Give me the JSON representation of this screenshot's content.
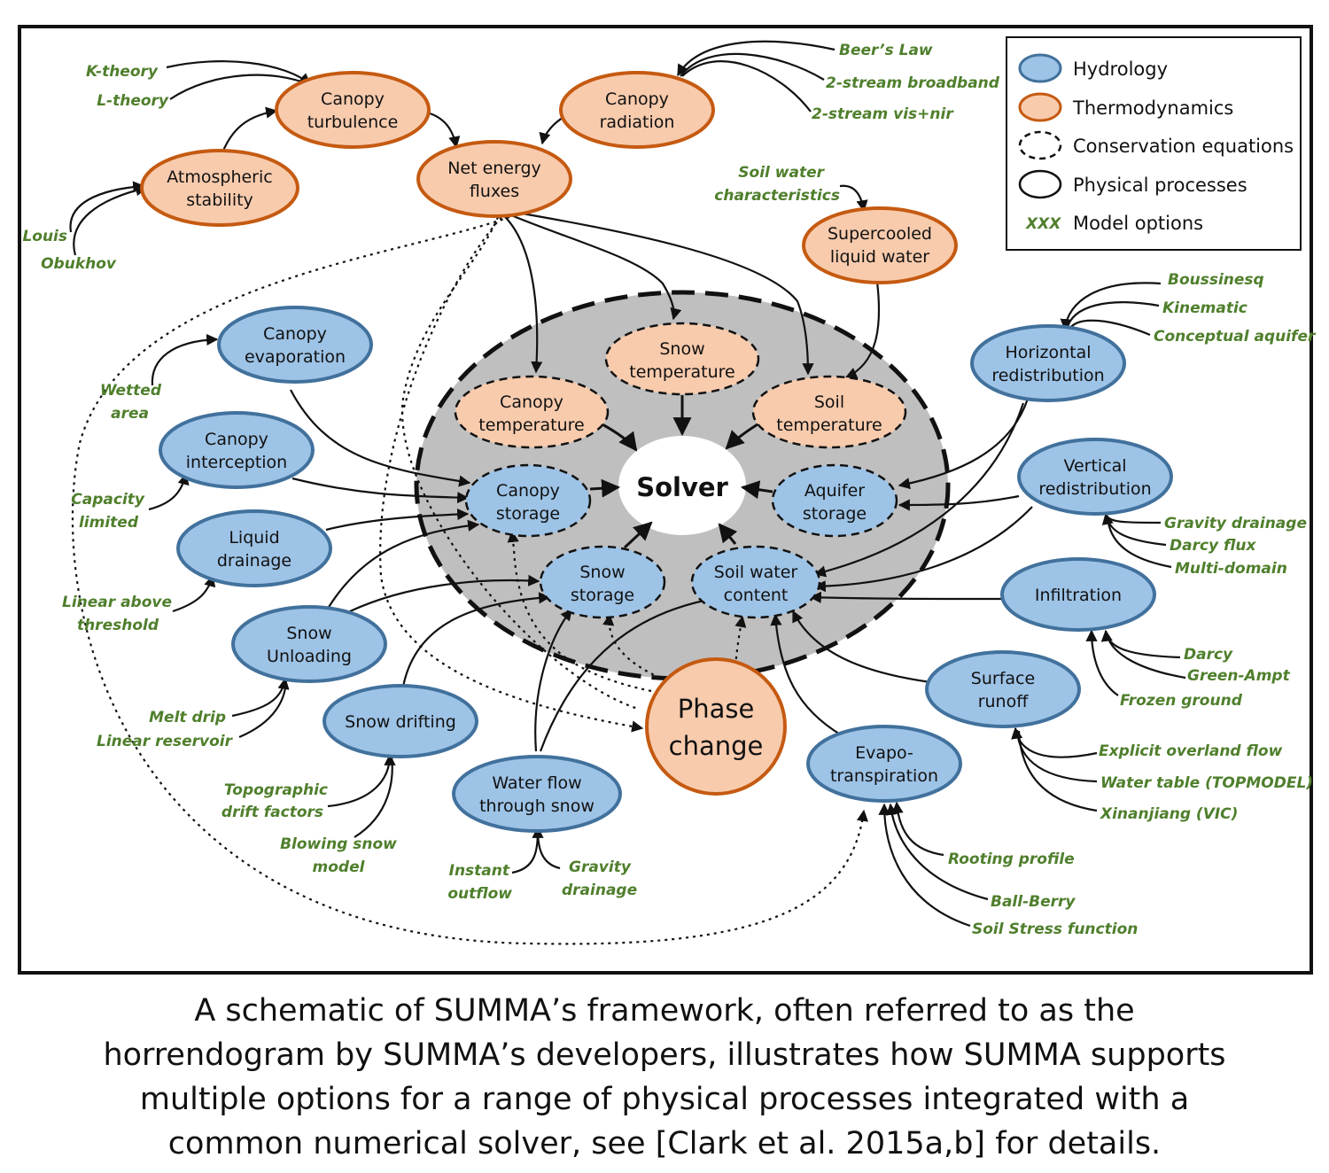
{
  "nodes": {
    "canopy_turbulence": [
      "Canopy",
      "turbulence"
    ],
    "canopy_radiation": [
      "Canopy",
      "radiation"
    ],
    "atmospheric_stability": [
      "Atmospheric",
      "stability"
    ],
    "net_energy_fluxes": [
      "Net energy",
      "fluxes"
    ],
    "supercooled_liquid_water": [
      "Supercooled",
      "liquid water"
    ],
    "canopy_evaporation": [
      "Canopy",
      "evaporation"
    ],
    "canopy_interception": [
      "Canopy",
      "interception"
    ],
    "liquid_drainage": [
      "Liquid",
      "drainage"
    ],
    "snow_unloading": [
      "Snow",
      "Unloading"
    ],
    "snow_drifting": [
      "Snow drifting"
    ],
    "water_flow_through_snow": [
      "Water flow",
      "through snow"
    ],
    "phase_change": [
      "Phase",
      "change"
    ],
    "evapotranspiration": [
      "Evapo-",
      "transpiration"
    ],
    "surface_runoff": [
      "Surface",
      "runoff"
    ],
    "infiltration": [
      "Infiltration"
    ],
    "vertical_redistribution": [
      "Vertical",
      "redistribution"
    ],
    "horizontal_redistribution": [
      "Horizontal",
      "redistribution"
    ],
    "snow_temperature": [
      "Snow",
      "temperature"
    ],
    "canopy_temperature": [
      "Canopy",
      "temperature"
    ],
    "soil_temperature": [
      "Soil",
      "temperature"
    ],
    "canopy_storage": [
      "Canopy",
      "storage"
    ],
    "aquifer_storage": [
      "Aquifer",
      "storage"
    ],
    "snow_storage": [
      "Snow",
      "storage"
    ],
    "soil_water_content": [
      "Soil water",
      "content"
    ],
    "solver": [
      "Solver"
    ]
  },
  "options": {
    "k_theory": "K-theory",
    "l_theory": "L-theory",
    "louis": "Louis",
    "obukhov": "Obukhov",
    "beers_law": "Beer’s Law",
    "two_stream_broadband": "2-stream broadband",
    "two_stream_vis_nir": "2-stream vis+nir",
    "soil_water_characteristics": [
      "Soil water",
      "characteristics"
    ],
    "boussinesq": "Boussinesq",
    "kinematic": "Kinematic",
    "conceptual_aquifer": "Conceptual aquifer",
    "wetted_area": [
      "Wetted",
      "area"
    ],
    "capacity_limited": [
      "Capacity",
      "limited"
    ],
    "linear_above_threshold": [
      "Linear above",
      "threshold"
    ],
    "melt_drip": "Melt drip",
    "linear_reservoir": "Linear reservoir",
    "topographic_drift_factors": [
      "Topographic",
      "drift factors"
    ],
    "blowing_snow_model": [
      "Blowing snow",
      "model"
    ],
    "instant_outflow": [
      "Instant",
      "outflow"
    ],
    "gravity_drainage_snow": [
      "Gravity",
      "drainage"
    ],
    "gravity_drainage": "Gravity  drainage",
    "darcy_flux": "Darcy flux",
    "multi_domain": "Multi-domain",
    "darcy": "Darcy",
    "green_ampt": "Green-Ampt",
    "frozen_ground": "Frozen ground",
    "explicit_overland_flow": "Explicit overland flow",
    "water_table_topmodel": "Water table (TOPMODEL)",
    "xinanjiang_vic": "Xinanjiang (VIC)",
    "rooting_profile": "Rooting profile",
    "ball_berry": "Ball-Berry",
    "soil_stress_function": "Soil Stress function"
  },
  "legend": {
    "hydrology": "Hydrology",
    "thermodynamics": "Thermodynamics",
    "conservation_equations": "Conservation equations",
    "physical_processes": "Physical processes",
    "xxx": "XXX",
    "model_options": "Model options"
  },
  "caption": [
    "A schematic of SUMMA’s framework, often referred to as the",
    "horrendogram by SUMMA’s developers, illustrates how SUMMA supports",
    "multiple options for a range of physical processes integrated with a",
    "common numerical solver, see [Clark et al. 2015a,b] for details."
  ],
  "colors": {
    "hydrology_fill": "#9dc3e6",
    "hydrology_stroke": "#41719c",
    "thermo_fill": "#f8cbad",
    "thermo_stroke": "#c55a11",
    "option_text": "#4f7f2c",
    "solver_region": "#bfbfbf"
  }
}
